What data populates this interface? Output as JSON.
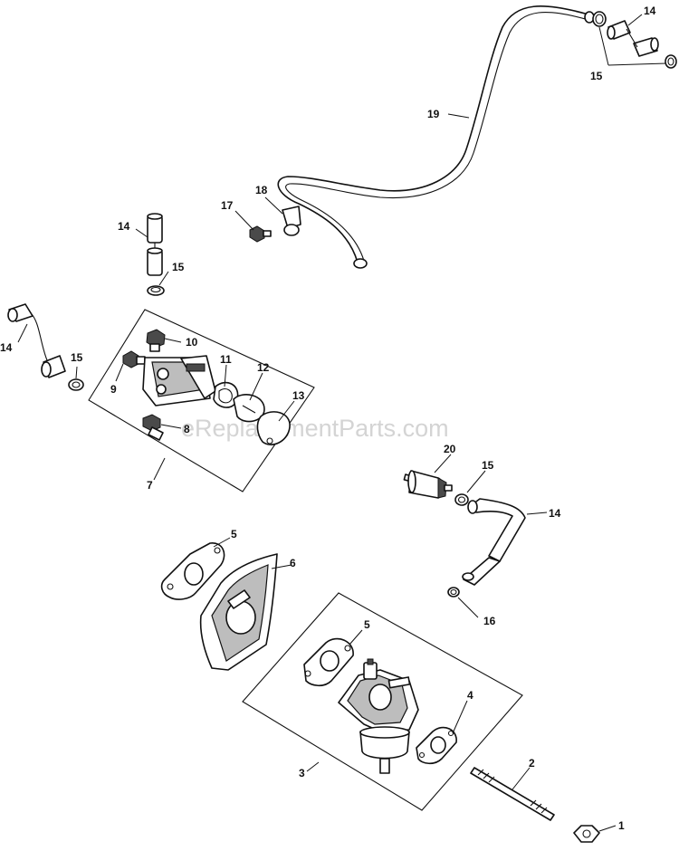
{
  "watermark": "eReplacementParts.com",
  "callouts": {
    "c1": "1",
    "c2": "2",
    "c3": "3",
    "c4": "4",
    "c5a": "5",
    "c5b": "5",
    "c6": "6",
    "c7": "7",
    "c8": "8",
    "c9": "9",
    "c10": "10",
    "c11": "11",
    "c12": "12",
    "c13": "13",
    "c14a": "14",
    "c14b": "14",
    "c14c": "14",
    "c14d": "14",
    "c15a": "15",
    "c15b": "15",
    "c15c": "15",
    "c15d": "15",
    "c16": "16",
    "c17": "17",
    "c18": "18",
    "c19": "19",
    "c20": "20"
  }
}
